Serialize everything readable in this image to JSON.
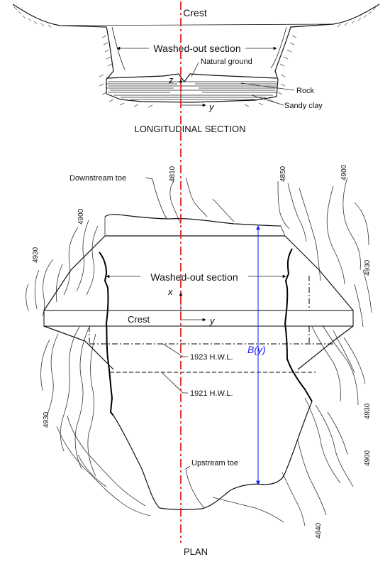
{
  "longitudinal": {
    "crest": "Crest",
    "washed_out": "Washed-out section",
    "natural_ground": "Natural ground",
    "rock": "Rock",
    "sandy_clay": "Sandy clay",
    "axis_z": "z",
    "axis_y": "y",
    "title": "LONGITUDINAL SECTION"
  },
  "plan": {
    "downstream_toe": "Downstream toe",
    "washed_out": "Washed-out section",
    "crest": "Crest",
    "axis_x": "x",
    "axis_y": "y",
    "hwl_1923": "1923 H.W.L.",
    "hwl_1921": "1921 H.W.L.",
    "upstream_toe": "Upstream toe",
    "width_label": "B(y)",
    "title": "PLAN",
    "contours": {
      "c4810": "4810",
      "c4850": "4850",
      "c4900_tr": "4900",
      "c4900_l": "4900",
      "c4930_l": "4930",
      "c4930_r": "4930",
      "c4930_bl": "4930",
      "c4930_br": "4930",
      "c4900_br": "4900",
      "c4840": "4840"
    }
  },
  "colors": {
    "centerline": "#e02020",
    "dimension": "#1a1aff",
    "lines": "#000000"
  }
}
